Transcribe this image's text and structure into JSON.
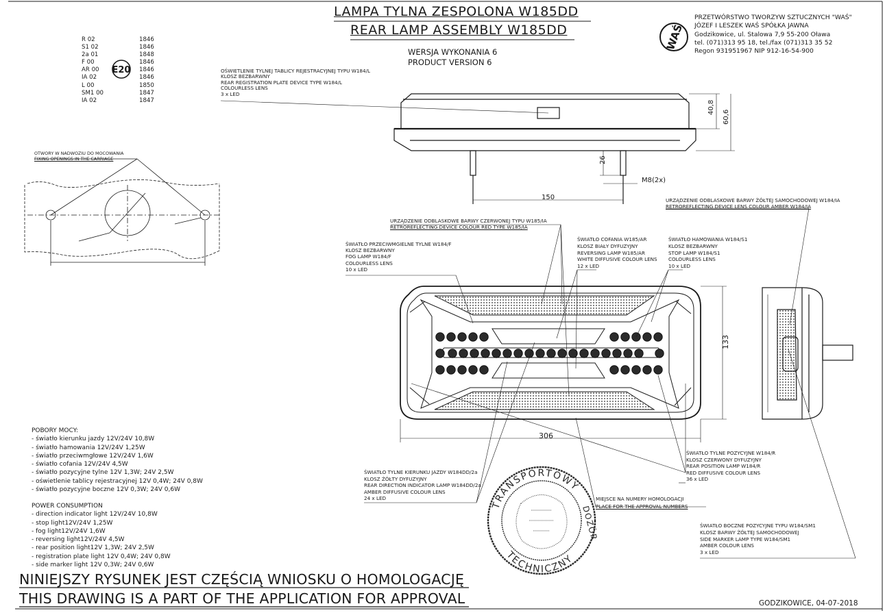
{
  "title": {
    "pl": "LAMPA TYLNA ZESPOLONA W185DD",
    "en": "REAR LAMP ASSEMBLY W185DD"
  },
  "version": {
    "pl": "WERSJA WYKONANIA 6",
    "en": "PRODUCT VERSION 6"
  },
  "company": {
    "logo_text": "WAŚ",
    "lines": [
      "PRZETWÓRSTWO TWORZYW SZTUCZNYCH \"WAŚ\"",
      "JÓZEF I LESZEK WAŚ   SPÓŁKA JAWNA",
      "Godzikowice, ul. Stalowa 7,9    55-200 Oława",
      "tel. (071)313 95 18, tel./fax (071)313 35 52",
      "Regon 931951967 NIP 912-16-54-900"
    ]
  },
  "approvals": {
    "mark": "E20",
    "rows": [
      {
        "code": "R 02",
        "num": "1846"
      },
      {
        "code": "S1 02",
        "num": "1846"
      },
      {
        "code": "2a 01",
        "num": "1848"
      },
      {
        "code": "F 00",
        "num": "1846"
      },
      {
        "code": "AR 00",
        "num": "1846"
      },
      {
        "code": "IA 02",
        "num": "1846"
      },
      {
        "code": "L 00",
        "num": "1850"
      },
      {
        "code": "SM1 00",
        "num": "1847"
      },
      {
        "code": "IA 02",
        "num": "1847"
      }
    ]
  },
  "callouts": {
    "plate": [
      "OŚWIETLENIE TYLNEJ TABLICY REJESTRACYJNEJ TYPU W184/L",
      "KLOSZ BEZBARWNY",
      "REAR REGISTRATION PLATE DEVICE TYPE W184/L",
      "COLOURLESS LENS",
      "3 x LED"
    ],
    "fixing": [
      "OTWORY W NADWOZIU DO MOCOWANIA",
      "FIXING OPENINGS IN THE CARRIAGE"
    ],
    "retro_red": [
      "URZĄDZENIE ODBLASKOWE BARWY CZERWONEJ TYPU W185/IA",
      "RETROREFLECTING DEVICE COLOUR RED TYPE W185/IA"
    ],
    "retro_amber": [
      "URZĄDZENIE ODBLASKOWE BARWY ŻÓŁTEJ SAMOCHODOWEJ W184/IA",
      "RETROREFLECTING DEVICE LENS COLOUR AMBER  W184/IA"
    ],
    "fog": [
      "ŚWIATŁO  PRZECIWMGIELNE TYLNE W184/F",
      "KLOSZ BEZBARWNY",
      "FOG LAMP W184/F",
      "COLOURLESS LENS",
      "10 x LED"
    ],
    "reversing": [
      "ŚWIATŁO COFANIA W185/AR",
      "KLOSZ BIAŁY DYFUZYJNY",
      "REVERSING LAMP W185/AR",
      "WHITE DIFFUSIVE COLOUR LENS",
      "12 x LED"
    ],
    "stop": [
      "ŚWIATŁO  HAMOWANIA W184/S1",
      "KLOSZ BEZBARWNY",
      "STOP LAMP W184/S1",
      "COLOURLESS LENS",
      "10 x LED"
    ],
    "position": [
      "ŚWIATŁO TYLNE POZYCYJNE W184/R",
      "KLOSZ CZERWONY DYFUZYJNY",
      "REAR POSITION LAMP W184/R",
      "RED DIFFUSIVE COLOUR LENS",
      "36 x LED"
    ],
    "indicator": [
      "ŚWIATŁO TYLNE KIERUNKU JAZDY W184DD/2a",
      "KLOSZ ŻÓŁTY DYFUZYJNY",
      "REAR DIRECTION INDICATOR LAMP W184DD/2a",
      "AMBER DIFFUSIVE COLOUR LENS",
      "24 x LED"
    ],
    "homologation": [
      "MIEJSCE NA NUMERY HOMOLOGACJI",
      "PLACE FOR THE APPROVAL NUMBERS"
    ],
    "side_marker": [
      "ŚWIATŁO BOCZNE POZYCYJNE TYPU W184/SM1",
      "KLOSZ BARWY ŻÓŁTEJ SAMOCHODOWEJ",
      "SIDE MARKER LAMP  TYPE W184/SM1",
      "AMBER COLOUR LENS",
      "3 x LED"
    ]
  },
  "dimensions": {
    "d40": "40,8",
    "d60": "60,6",
    "d26": "26",
    "thread": "M8(2x)",
    "d150": "150",
    "d133": "133",
    "d306": "306"
  },
  "power": {
    "pl_heading": "POBORY MOCY:",
    "pl": [
      "- światło kierunku jazdy  12V/24V 10,8W",
      "- światło hamowania 12V/24V 1,25W",
      "- światło przeciwmgłowe 12V/24V 1,6W",
      "- światło cofania 12V/24V 4,5W",
      "- światło pozycyjne tylne 12V 1,3W; 24V 2,5W",
      "- oświetlenie tablicy rejestracyjnej 12V 0,4W; 24V 0,8W",
      "- światło pozycyjne boczne 12V 0,3W; 24V 0,6W"
    ],
    "en_heading": "POWER CONSUMPTION",
    "en": [
      "- direction indicator light 12V/24V 10,8W",
      "- stop light12V/24V 1,25W",
      "- fog light12V/24V 1,6W",
      "- reversing light12V/24V 4,5W",
      "- rear position light12V 1,3W; 24V 2,5W",
      "- registration plate light 12V 0,4W; 24V 0,8W",
      "- side marker light 12V 0,3W; 24V 0,6W"
    ]
  },
  "notice": {
    "pl": "NINIEJSZY RYSUNEK JEST CZĘŚCIĄ WNIOSKU O  HOMOLOGACJĘ",
    "en": "THIS DRAWING IS A PART OF THE APPLICATION FOR  APPROVAL"
  },
  "stamp": {
    "top": "TRANSPORTOWY",
    "right": "DOZÓR",
    "bottom": "TECHNICZNY"
  },
  "place_date": "GODZIKOWICE, 04-07-2018",
  "colors": {
    "ink": "#1a1a1a",
    "paper": "#ffffff"
  }
}
